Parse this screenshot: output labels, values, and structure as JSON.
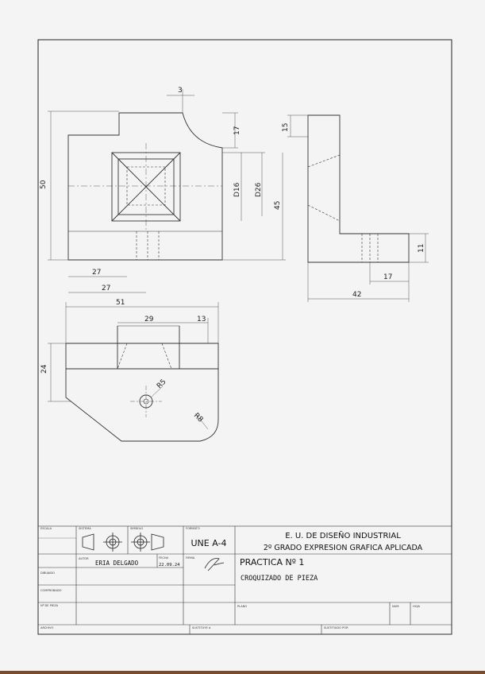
{
  "drawing": {
    "dimensions": {
      "d3": "3",
      "d17_top": "17",
      "d50": "50",
      "d16": "D16",
      "d26": "D26",
      "d45": "45",
      "d15": "15",
      "d11": "11",
      "d17_side": "17",
      "d42": "42",
      "d27_a": "27",
      "d27_b": "27",
      "d51": "51",
      "d29": "29",
      "d13": "13",
      "d24": "24",
      "r5": "R5",
      "r8": "R8"
    }
  },
  "title_block": {
    "labels": {
      "escala": "ESCALA",
      "sistema": "SISTEMA",
      "simbolo": "SIMBOLO",
      "formato": "FORMATO",
      "autor": "AUTOR",
      "fecha": "FECHA",
      "firma": "FIRMA",
      "dibujado": "DIBUJADO",
      "comprobado": "COMPROBADO",
      "numero_pieza": "Nº DE PIEZA",
      "plano": "PLANO",
      "num": "NUM",
      "hoja": "HOJA",
      "archivo": "ARCHIVO",
      "sustituye": "SUSTITUYE A",
      "sustituido": "SUSTITUIDO POR"
    },
    "format": "UNE A-4",
    "school": "E. U. DE DISEÑO INDUSTRIAL",
    "course": "2º GRADO EXPRESION GRAFICA APLICADA",
    "practice": "PRACTICA Nº 1",
    "subject": "CROQUIZADO DE PIEZA",
    "author": "ERIA DELGADO",
    "date": "22.09.24"
  }
}
